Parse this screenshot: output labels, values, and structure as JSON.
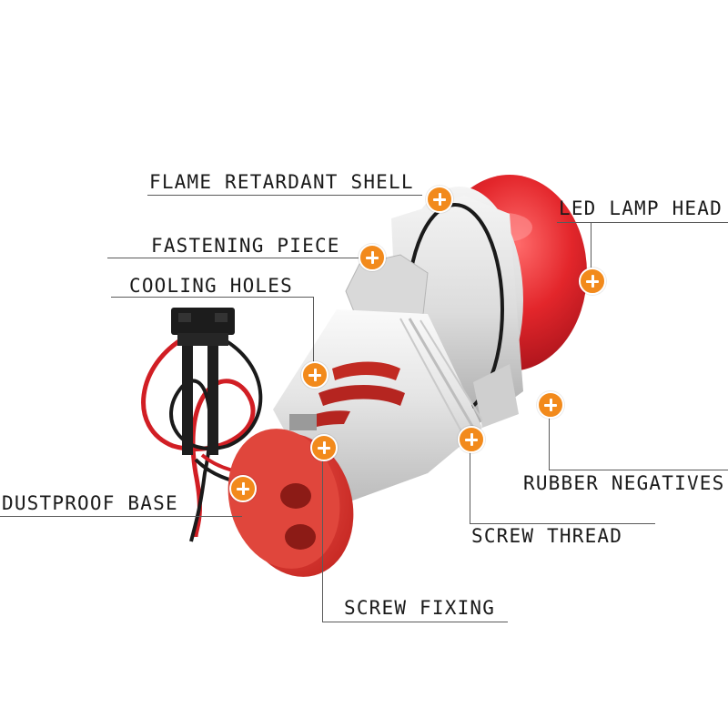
{
  "callouts": {
    "flame_retardant_shell": "FLAME RETARDANT SHELL",
    "led_lamp_head": "LED LAMP HEAD",
    "fastening_piece": "FASTENING PIECE",
    "cooling_holes": "COOLING HOLES",
    "rubber_negatives": "RUBBER NEGATIVES",
    "screw_thread": "SCREW THREAD",
    "dustproof_base": "DUSTPROOF BASE",
    "screw_fixing": "SCREW FIXING"
  },
  "colors": {
    "hotspot": "#f28a1c",
    "lamp_red": "#e8262b",
    "body_grey": "#e6e6e6",
    "text": "#1a1a1a"
  },
  "icons": {
    "hotspot": "plus-circle-icon"
  }
}
